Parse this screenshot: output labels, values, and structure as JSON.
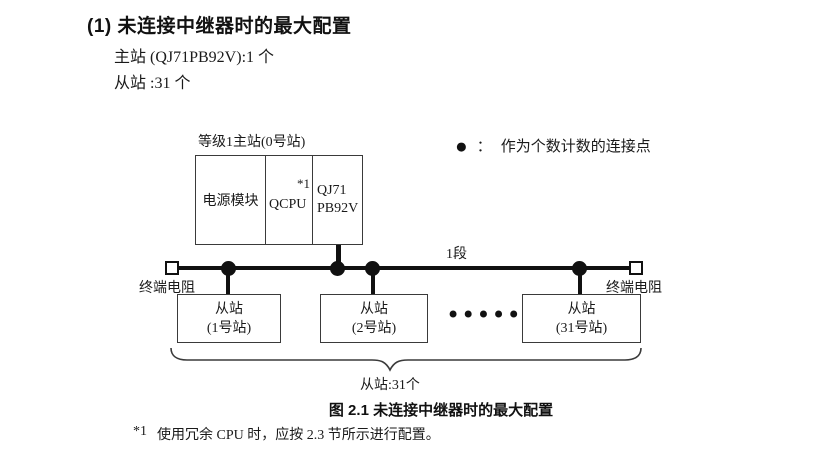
{
  "header": {
    "title": "(1) 未连接中继器时的最大配置",
    "master_count": "主站 (QJ71PB92V):1 个",
    "slave_count": "从站 :31 个"
  },
  "legend": {
    "symbol": "●",
    "colon": "：",
    "label": "作为个数计数的连接点"
  },
  "diagram": {
    "master": {
      "label": "等级1主站(0号站)",
      "power_module": "电源模块",
      "cpu": "QCPU",
      "cpu_note": "*1",
      "pb92v_line1": "QJ71",
      "pb92v_line2": "PB92V"
    },
    "segment_label": "1段",
    "terminator_left": "终端电阻",
    "terminator_right": "终端电阻",
    "slaves": [
      {
        "name": "从站",
        "station": "(1号站)"
      },
      {
        "name": "从站",
        "station": "(2号站)"
      },
      {
        "name": "从站",
        "station": "(31号站)"
      }
    ],
    "ellipsis": "••••••",
    "brace_label": "从站:31个"
  },
  "caption": "图 2.1 未连接中继器时的最大配置",
  "footnote": {
    "marker": "*1",
    "text": "使用冗余 CPU 时，应按 2.3 节所示进行配置。"
  }
}
